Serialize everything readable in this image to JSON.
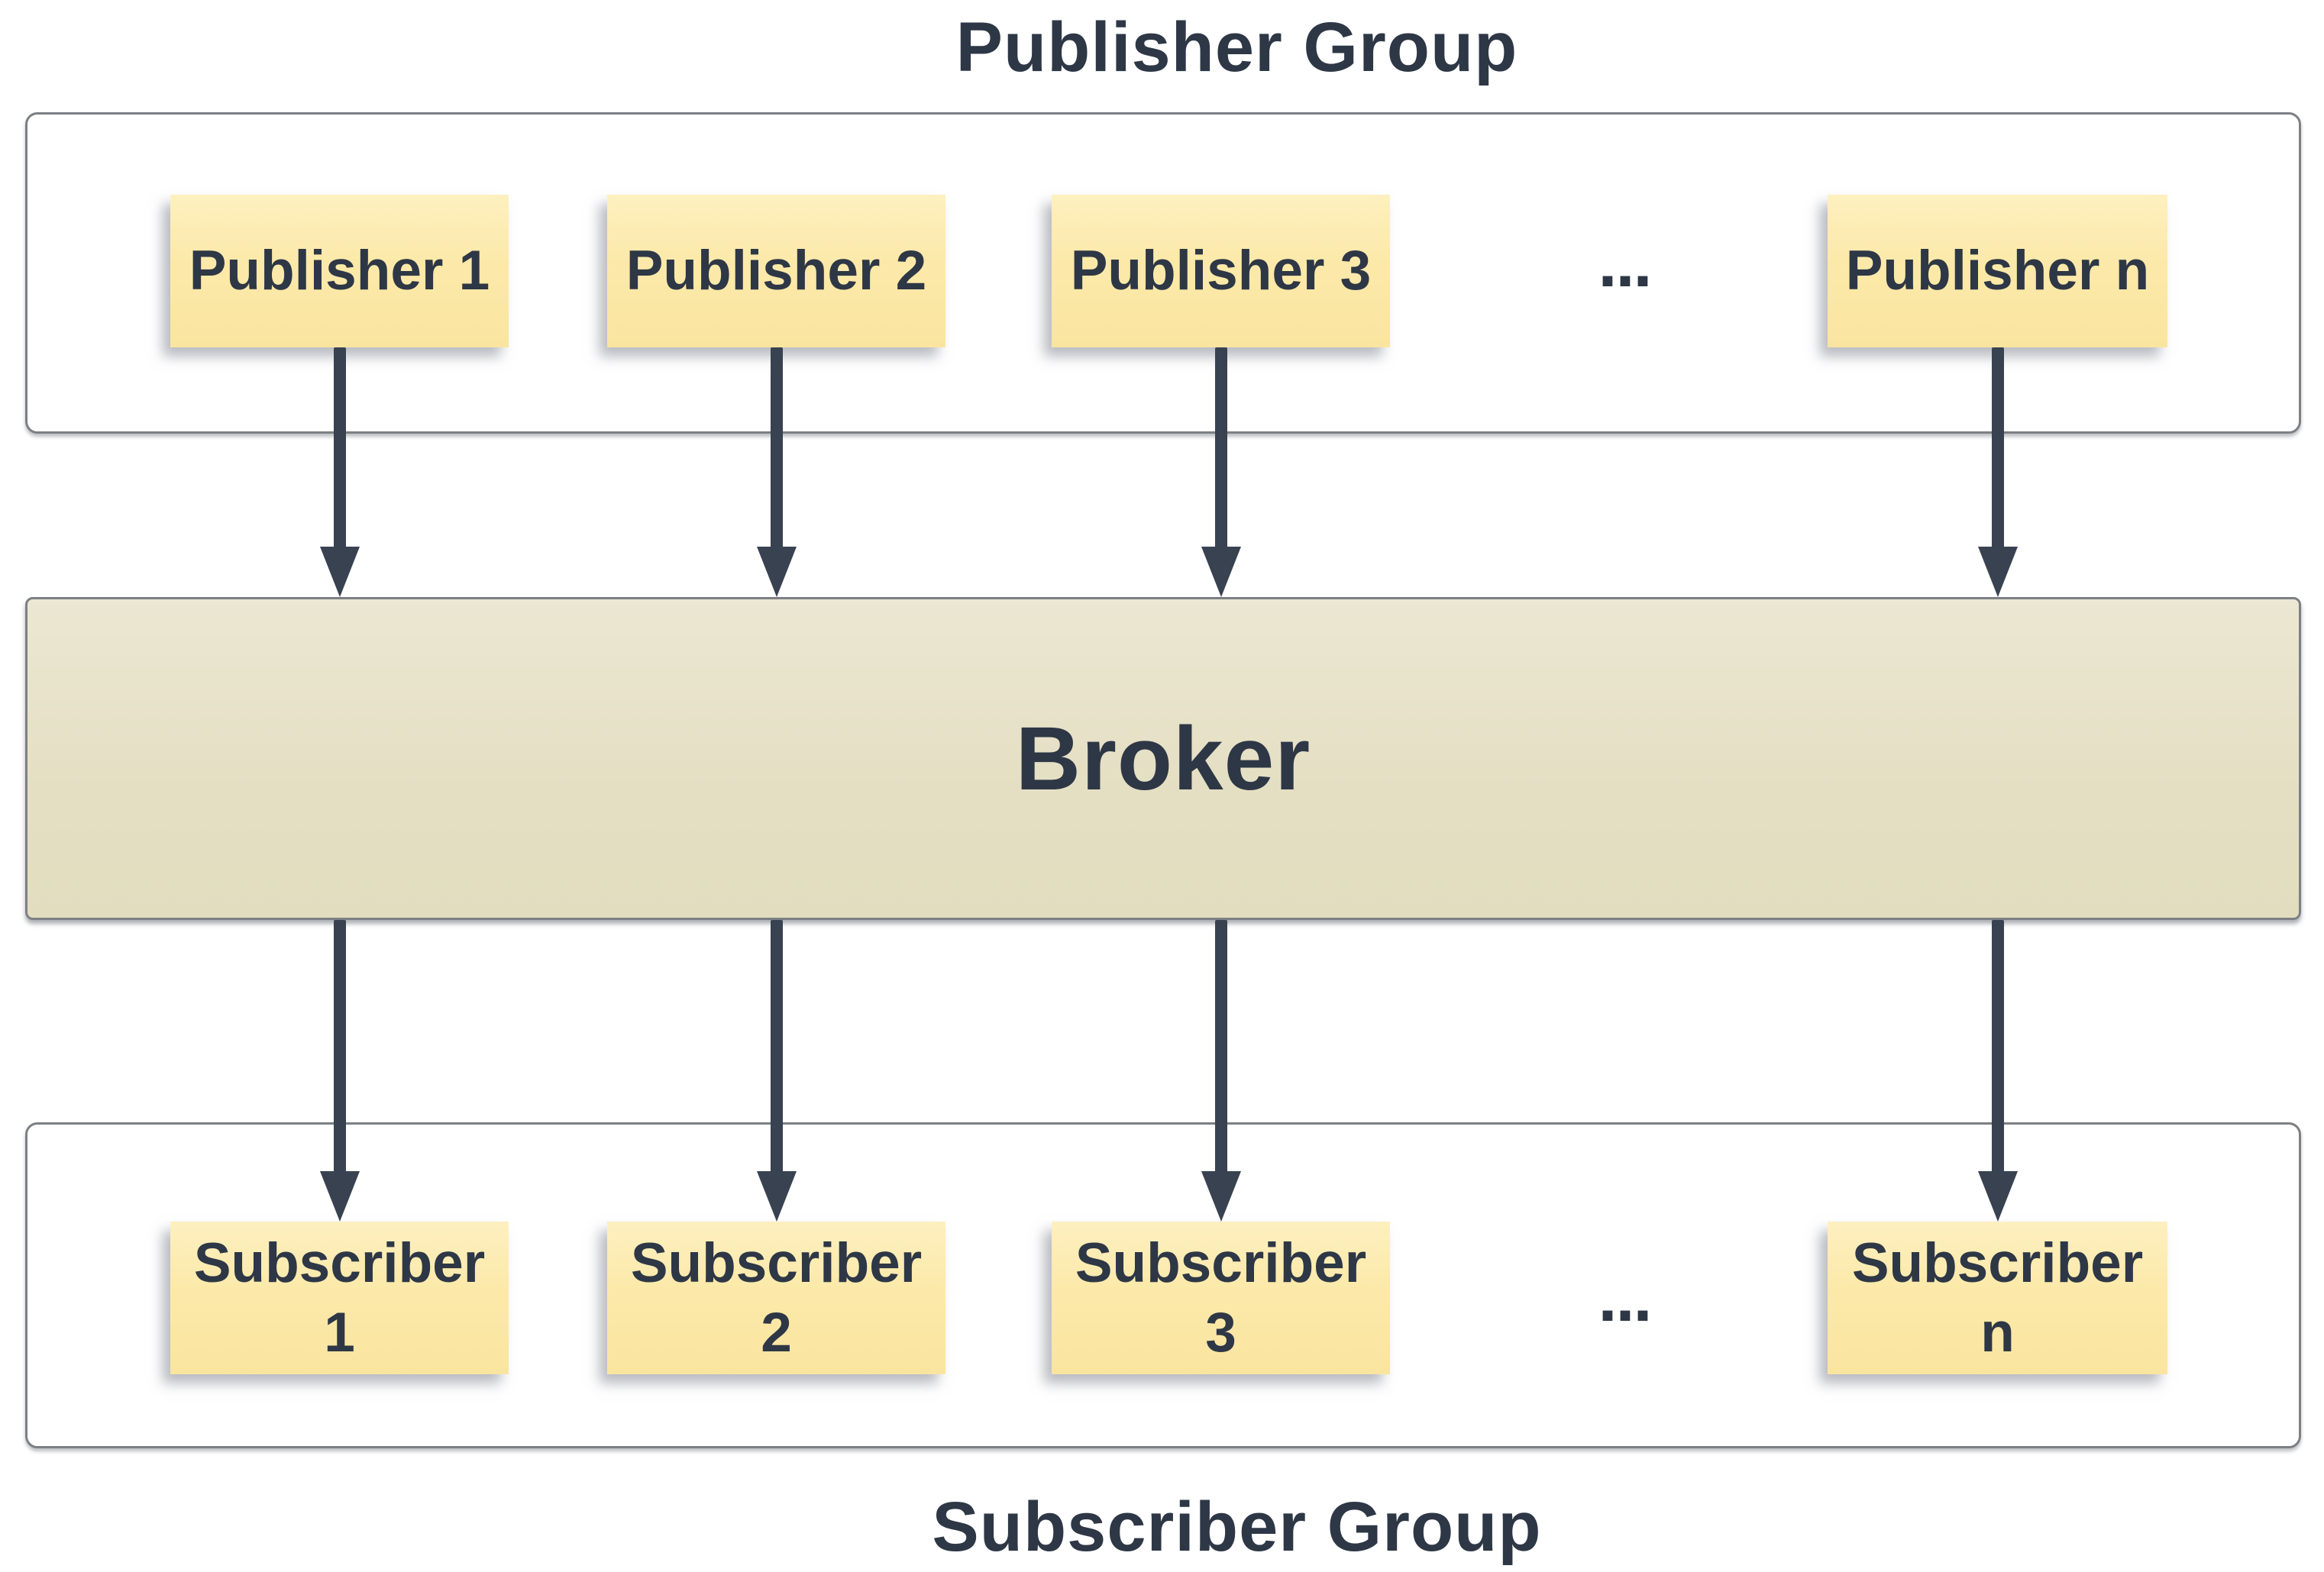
{
  "titles": {
    "publisher_group": "Publisher Group",
    "subscriber_group": "Subscriber Group"
  },
  "broker": {
    "label": "Broker"
  },
  "publishers": [
    {
      "label": "Publisher 1"
    },
    {
      "label": "Publisher 2"
    },
    {
      "label": "Publisher 3"
    },
    {
      "label": "Publisher n"
    }
  ],
  "subscribers": [
    {
      "line1": "Subscriber",
      "line2": "1"
    },
    {
      "line1": "Subscriber",
      "line2": "2"
    },
    {
      "line1": "Subscriber",
      "line2": "3"
    },
    {
      "line1": "Subscriber",
      "line2": "n"
    }
  ],
  "ellipsis": {
    "publisher_row": "...",
    "subscriber_row": "..."
  },
  "colors": {
    "background": "#ffffff",
    "sticky_note_fill": "#fce9a9",
    "broker_fill": "#e4dfc3",
    "container_border": "#7c8085",
    "arrow": "#394251",
    "text": "#2e3745"
  }
}
